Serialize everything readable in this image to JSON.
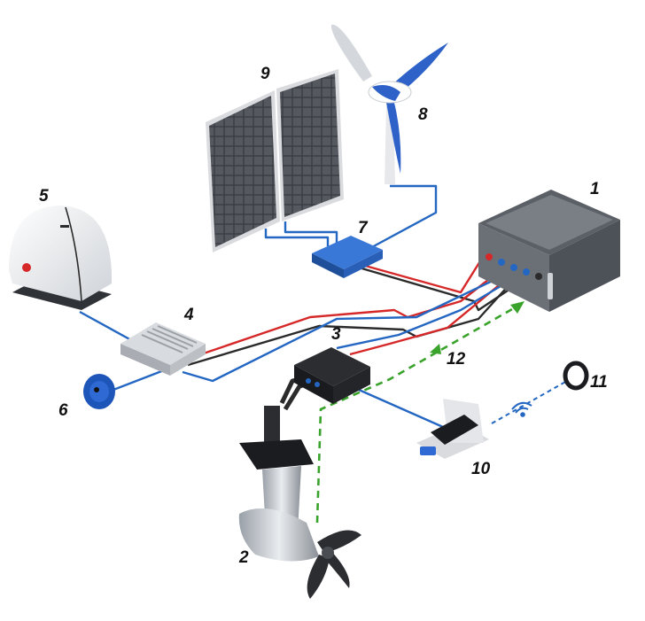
{
  "labels": {
    "battery": "1",
    "motor": "2",
    "controller": "3",
    "charger": "4",
    "satellite_dome": "5",
    "shore_plug": "6",
    "solar_regulator": "7",
    "wind_turbine": "8",
    "solar_panels": "9",
    "display": "10",
    "wristband": "11",
    "data_link": "12"
  },
  "colors": {
    "positive_wire": "#d62828",
    "negative_wire": "#2b2b2b",
    "ac_wire": "#2467c2",
    "data_link": "#3aa32b",
    "component_blue": "#2563c9"
  }
}
